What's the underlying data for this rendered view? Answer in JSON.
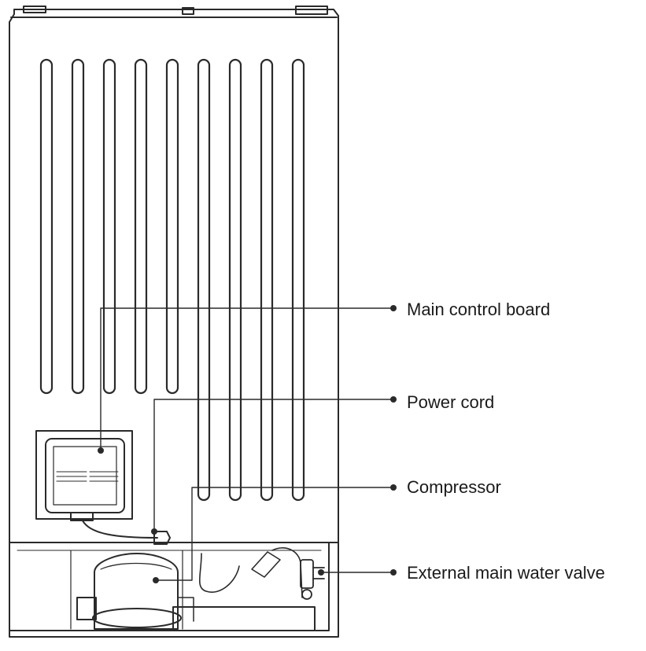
{
  "callouts": [
    {
      "label": "Main control board"
    },
    {
      "label": "Power cord"
    },
    {
      "label": "Compressor"
    },
    {
      "label": "External main water valve"
    }
  ],
  "colors": {
    "line": "#2a2a2a",
    "background": "#ffffff"
  }
}
